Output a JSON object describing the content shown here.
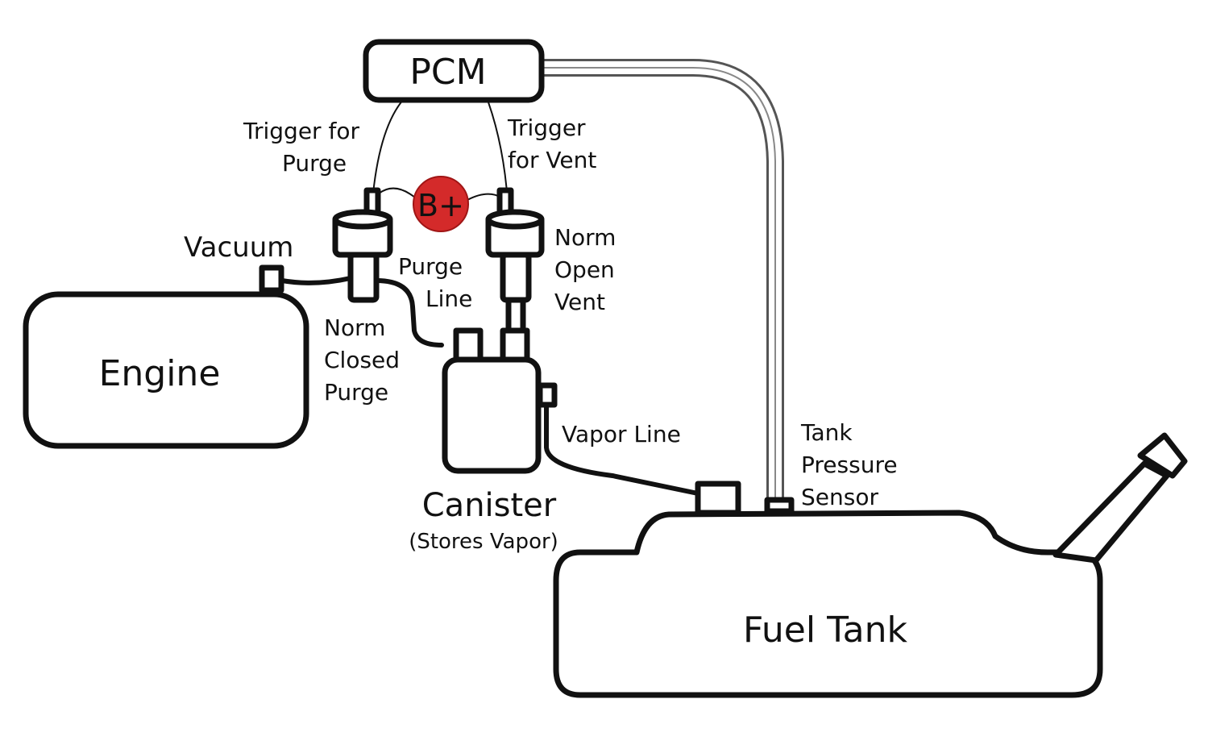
{
  "labels": {
    "pcm": "PCM",
    "trigger_purge": [
      "Trigger for",
      "Purge"
    ],
    "trigger_vent": [
      "Trigger",
      "for Vent"
    ],
    "battery": "B+",
    "vacuum": "Vacuum",
    "purge_line": [
      "Purge",
      "Line"
    ],
    "norm_open_vent": [
      "Norm",
      "Open",
      "Vent"
    ],
    "norm_closed_purge": [
      "Norm",
      "Closed",
      "Purge"
    ],
    "engine": "Engine",
    "canister": "Canister",
    "canister_note": "(Stores Vapor)",
    "vapor_line": "Vapor Line",
    "tank_pressure_sensor": [
      "Tank",
      "Pressure",
      "Sensor"
    ],
    "fuel_tank": "Fuel Tank"
  },
  "colors": {
    "battery": "#d42a2a",
    "line": "#111111"
  }
}
